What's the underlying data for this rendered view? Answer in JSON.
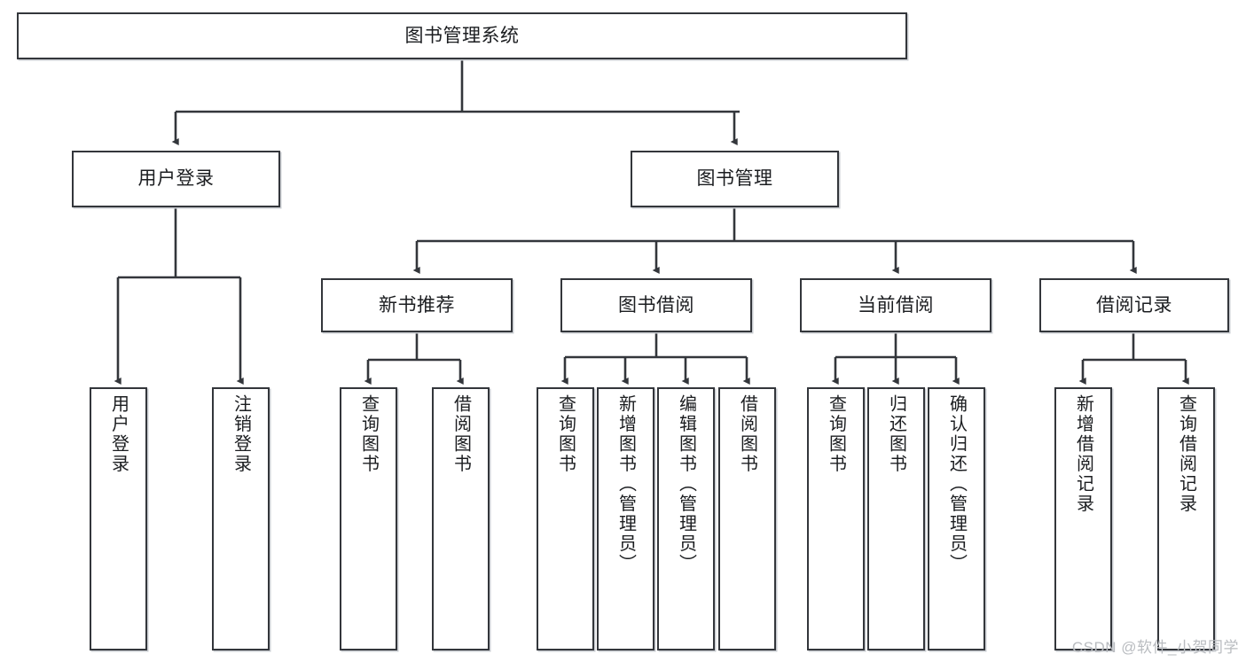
{
  "diagram": {
    "title": "图书管理系统",
    "type": "hierarchy-tree",
    "watermark": "CSDN @软件_小贺同学",
    "colors": {
      "box_border": "#33363b",
      "box_fill": "#ffffff",
      "connector": "#33363b",
      "text": "#1b1d20",
      "watermark": "#b9bcc0",
      "background": "#ffffff"
    },
    "nodes": {
      "root": {
        "label": "图书管理系统",
        "orientation": "horizontal"
      },
      "level2": [
        {
          "id": "user-login",
          "label": "用户登录",
          "orientation": "horizontal"
        },
        {
          "id": "book-management",
          "label": "图书管理",
          "orientation": "horizontal"
        }
      ],
      "level3": [
        {
          "id": "new-book-recommend",
          "label": "新书推荐",
          "orientation": "horizontal"
        },
        {
          "id": "book-borrow",
          "label": "图书借阅",
          "orientation": "horizontal"
        },
        {
          "id": "current-borrow",
          "label": "当前借阅",
          "orientation": "horizontal"
        },
        {
          "id": "borrow-record",
          "label": "借阅记录",
          "orientation": "horizontal"
        }
      ],
      "leaves": [
        {
          "id": "leaf-user-login",
          "label": "用户登录",
          "parent": "user-login",
          "orientation": "vertical"
        },
        {
          "id": "leaf-logout",
          "label": "注销登录",
          "parent": "user-login",
          "orientation": "vertical"
        },
        {
          "id": "leaf-query-book-1",
          "label": "查询图书",
          "parent": "new-book-recommend",
          "orientation": "vertical"
        },
        {
          "id": "leaf-borrow-book-1",
          "label": "借阅图书",
          "parent": "new-book-recommend",
          "orientation": "vertical"
        },
        {
          "id": "leaf-query-book-2",
          "label": "查询图书",
          "parent": "book-borrow",
          "orientation": "vertical"
        },
        {
          "id": "leaf-add-book",
          "label": "新增图书（管理员）",
          "parent": "book-borrow",
          "orientation": "vertical"
        },
        {
          "id": "leaf-edit-book",
          "label": "编辑图书（管理员）",
          "parent": "book-borrow",
          "orientation": "vertical"
        },
        {
          "id": "leaf-borrow-book-2",
          "label": "借阅图书",
          "parent": "book-borrow",
          "orientation": "vertical"
        },
        {
          "id": "leaf-query-book-3",
          "label": "查询图书",
          "parent": "current-borrow",
          "orientation": "vertical"
        },
        {
          "id": "leaf-return-book",
          "label": "归还图书",
          "parent": "current-borrow",
          "orientation": "vertical"
        },
        {
          "id": "leaf-confirm-return",
          "label": "确认归还（管理员）",
          "parent": "current-borrow",
          "orientation": "vertical"
        },
        {
          "id": "leaf-add-record",
          "label": "新增借阅记录",
          "parent": "borrow-record",
          "orientation": "vertical"
        },
        {
          "id": "leaf-query-record",
          "label": "查询借阅记录",
          "parent": "borrow-record",
          "orientation": "vertical"
        }
      ]
    }
  }
}
